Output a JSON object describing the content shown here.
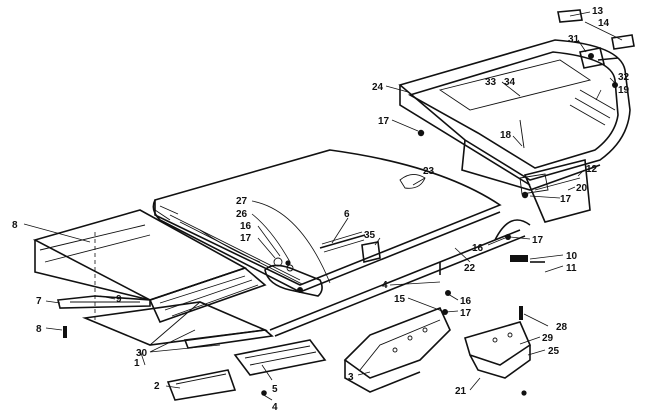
{
  "diagram": {
    "callouts": [
      {
        "id": "c8a",
        "text": "8"
      },
      {
        "id": "c7",
        "text": "7"
      },
      {
        "id": "c9",
        "text": "9"
      },
      {
        "id": "c8b",
        "text": "8"
      },
      {
        "id": "c1",
        "text": "1"
      },
      {
        "id": "c30",
        "text": "30"
      },
      {
        "id": "c2",
        "text": "2"
      },
      {
        "id": "c5",
        "text": "5"
      },
      {
        "id": "c4a",
        "text": "4"
      },
      {
        "id": "c3",
        "text": "3"
      },
      {
        "id": "c27",
        "text": "27"
      },
      {
        "id": "c26",
        "text": "26"
      },
      {
        "id": "c16a",
        "text": "16"
      },
      {
        "id": "c17a",
        "text": "17"
      },
      {
        "id": "c6",
        "text": "6"
      },
      {
        "id": "c35",
        "text": "35"
      },
      {
        "id": "c4b",
        "text": "4"
      },
      {
        "id": "c15",
        "text": "15"
      },
      {
        "id": "c16b",
        "text": "16"
      },
      {
        "id": "c17b",
        "text": "17"
      },
      {
        "id": "c22",
        "text": "22"
      },
      {
        "id": "c16c",
        "text": "16"
      },
      {
        "id": "c17c",
        "text": "17"
      },
      {
        "id": "c10",
        "text": "10"
      },
      {
        "id": "c11",
        "text": "11"
      },
      {
        "id": "c23",
        "text": "23"
      },
      {
        "id": "c17d",
        "text": "17"
      },
      {
        "id": "c18",
        "text": "18"
      },
      {
        "id": "c24",
        "text": "24"
      },
      {
        "id": "c33",
        "text": "33"
      },
      {
        "id": "c34",
        "text": "34"
      },
      {
        "id": "c13",
        "text": "13"
      },
      {
        "id": "c14",
        "text": "14"
      },
      {
        "id": "c31",
        "text": "31"
      },
      {
        "id": "c32",
        "text": "32"
      },
      {
        "id": "c19",
        "text": "19"
      },
      {
        "id": "c12",
        "text": "12"
      },
      {
        "id": "c20",
        "text": "20"
      },
      {
        "id": "c17e",
        "text": "17"
      },
      {
        "id": "c28",
        "text": "28"
      },
      {
        "id": "c29",
        "text": "29"
      },
      {
        "id": "c25",
        "text": "25"
      },
      {
        "id": "c21",
        "text": "21"
      }
    ]
  }
}
